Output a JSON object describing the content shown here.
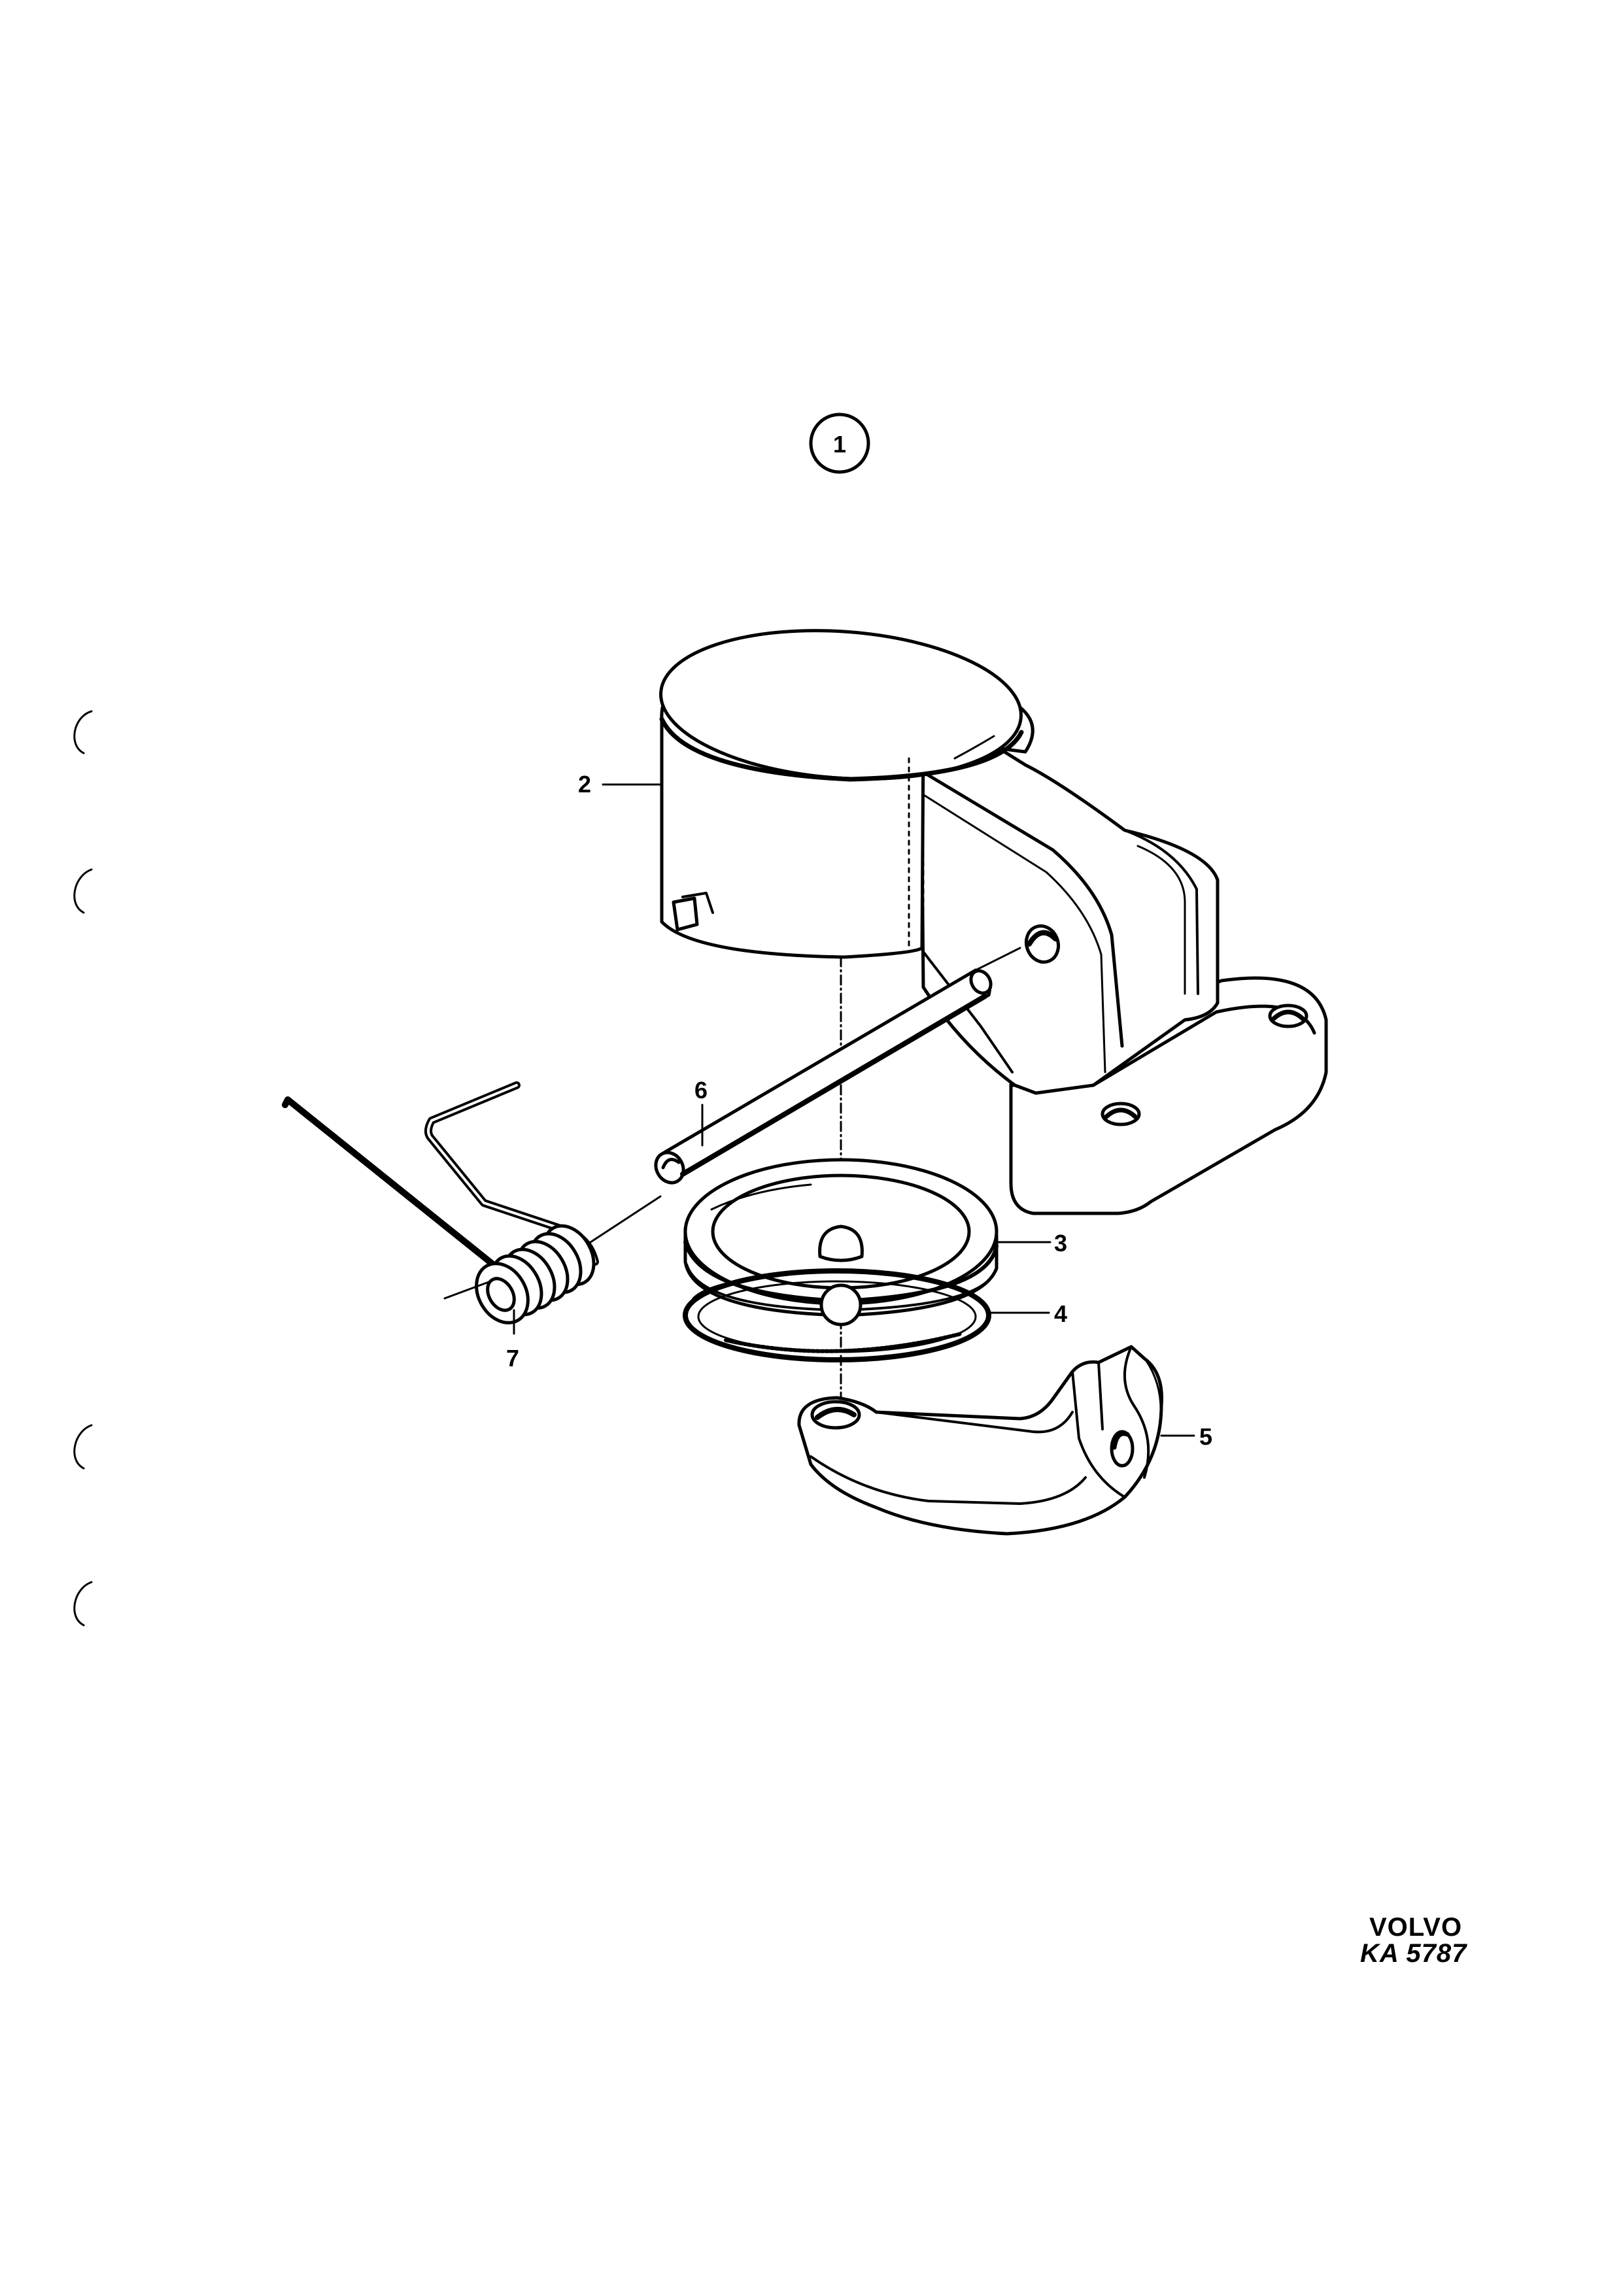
{
  "figure_number": "1",
  "parts": [
    {
      "ref": "2"
    },
    {
      "ref": "3"
    },
    {
      "ref": "4"
    },
    {
      "ref": "5"
    },
    {
      "ref": "6"
    },
    {
      "ref": "7"
    }
  ],
  "logo": {
    "brand": "VOLVO",
    "code_prefix": "KA",
    "code_number": "5787"
  }
}
